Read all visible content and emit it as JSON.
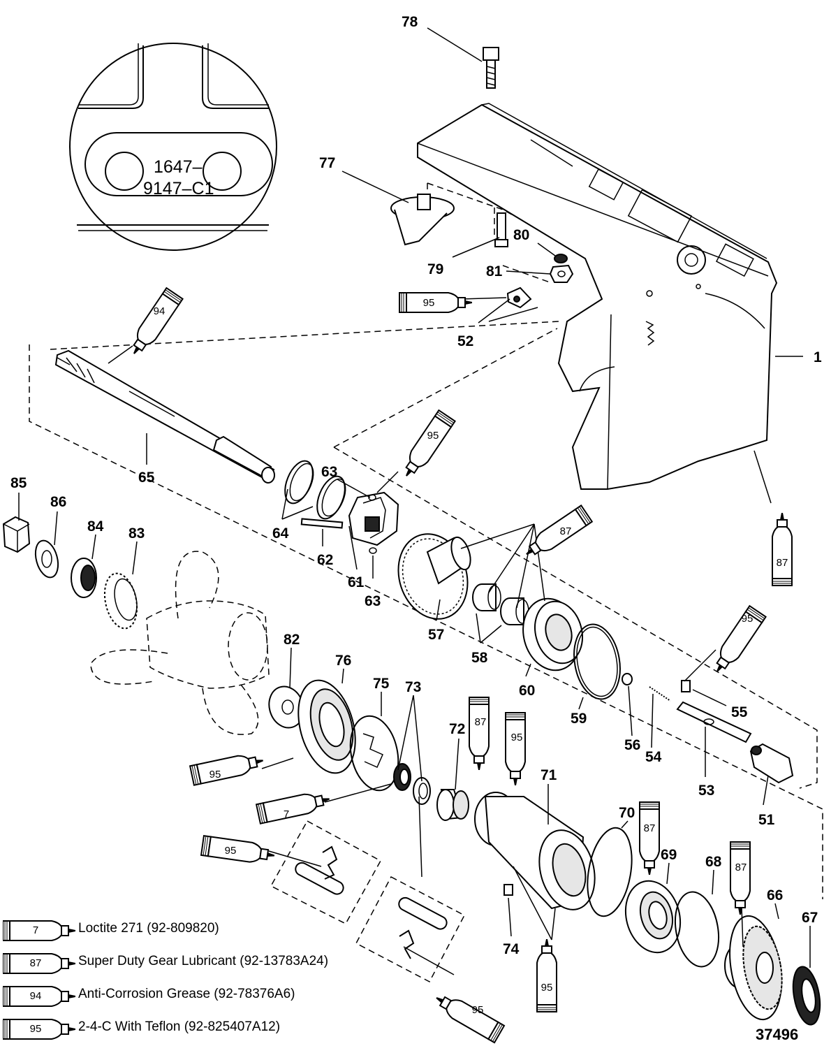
{
  "detail_label": {
    "line1": "1647–",
    "line2": "9147–C1"
  },
  "drawing_number": "37496",
  "callouts": [
    "1",
    "51",
    "52",
    "53",
    "54",
    "55",
    "56",
    "57",
    "58",
    "59",
    "60",
    "61",
    "62",
    "63",
    "63",
    "64",
    "65",
    "66",
    "67",
    "68",
    "69",
    "70",
    "71",
    "72",
    "73",
    "74",
    "75",
    "76",
    "77",
    "78",
    "79",
    "80",
    "81",
    "82",
    "83",
    "84",
    "85",
    "86"
  ],
  "tube_labels": [
    "94",
    "95",
    "95",
    "87",
    "87",
    "95",
    "95",
    "87",
    "95",
    "7",
    "95",
    "87",
    "87",
    "95",
    "95"
  ],
  "legend": [
    {
      "num": "7",
      "text": "Loctite 271 (92-809820)"
    },
    {
      "num": "87",
      "text": "Super Duty Gear Lubricant (92-13783A24)"
    },
    {
      "num": "94",
      "text": "Anti-Corrosion Grease (92-78376A6)"
    },
    {
      "num": "95",
      "text": "2-4-C  With Teflon (92-825407A12)"
    }
  ]
}
